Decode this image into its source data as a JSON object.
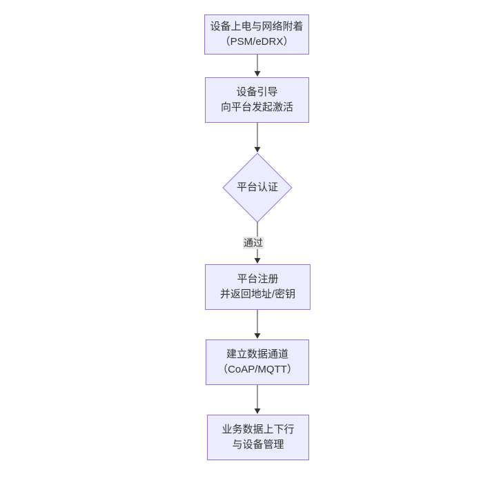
{
  "flowchart": {
    "title": "",
    "nodes": [
      {
        "id": "power-attach",
        "shape": "rect",
        "lines": [
          "设备上电与网络附着",
          "（PSM/eDRX）"
        ]
      },
      {
        "id": "bootstrap",
        "shape": "rect",
        "lines": [
          "设备引导",
          "向平台发起激活"
        ]
      },
      {
        "id": "platform-auth",
        "shape": "diamond",
        "lines": [
          "平台认证"
        ]
      },
      {
        "id": "platform-register",
        "shape": "rect",
        "lines": [
          "平台注册",
          "并返回地址/密钥"
        ]
      },
      {
        "id": "data-channel",
        "shape": "rect",
        "lines": [
          "建立数据通道",
          "（CoAP/MQTT）"
        ]
      },
      {
        "id": "business-data",
        "shape": "rect",
        "lines": [
          "业务数据上下行",
          "与设备管理"
        ]
      }
    ],
    "edges": [
      {
        "from": "power-attach",
        "to": "bootstrap"
      },
      {
        "from": "bootstrap",
        "to": "platform-auth"
      },
      {
        "from": "platform-auth",
        "to": "platform-register",
        "label": "通过"
      },
      {
        "from": "platform-register",
        "to": "data-channel"
      },
      {
        "from": "data-channel",
        "to": "business-data"
      }
    ],
    "colors": {
      "node_fill": "#ECECFF",
      "node_border": "#9370DB",
      "arrow_line": "#333333",
      "arrowhead": "#333333",
      "text": "#333333",
      "edge_label_bg": "#e8e8e8",
      "background": "#ffffff"
    }
  }
}
